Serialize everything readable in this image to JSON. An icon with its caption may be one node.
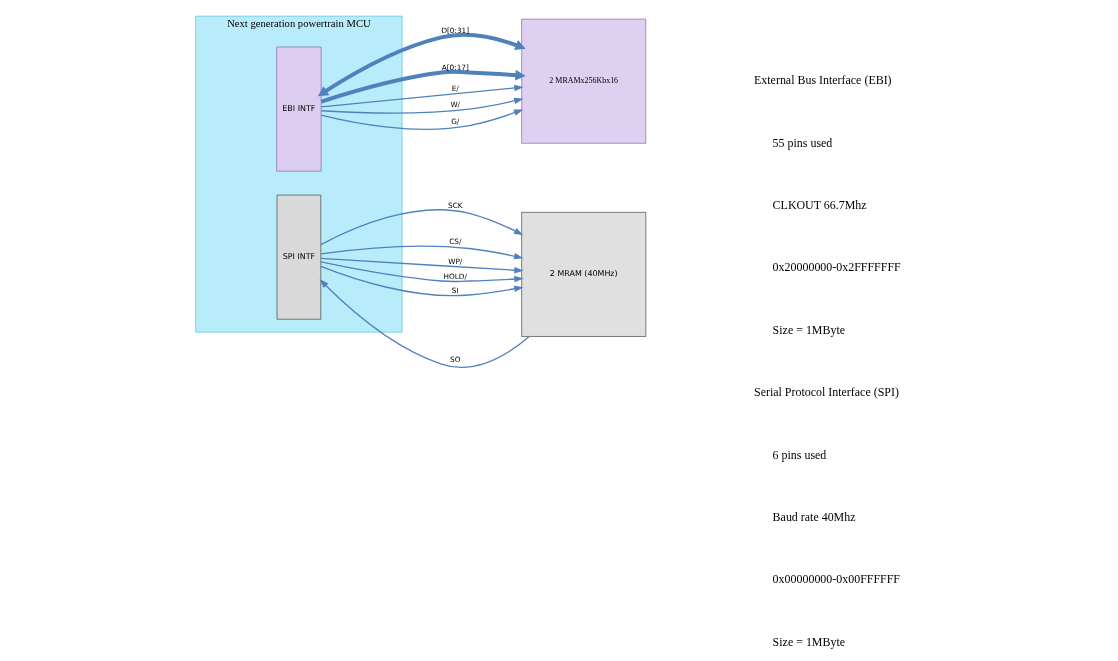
{
  "diagram": {
    "nodes": [
      {
        "text": [
          "Next generation powertrain MCU"
        ]
      },
      {
        "text": [
          "EBI INTF"
        ],
        "in": 0
      },
      {
        "text": [
          "SPI INTF"
        ],
        "in": 0
      },
      {
        "text": [
          "2 MRAMx256Kbx16"
        ]
      },
      {
        "text": [
          "2 MRAM (40MHz)"
        ]
      }
    ],
    "edges": [
      {
        "from": 1,
        "to": 3,
        "arrow": "both",
        "label": "D[0:31]",
        "style": "thick"
      },
      {
        "from": 1,
        "to": 3,
        "arrow": "to",
        "label": "A[0:17]",
        "style": "thick"
      },
      {
        "from": 1,
        "to": 3,
        "arrow": "to",
        "label": "E/"
      },
      {
        "from": 1,
        "to": 3,
        "arrow": "to",
        "label": "W/"
      },
      {
        "from": 1,
        "to": 3,
        "arrow": "to",
        "label": "G/"
      },
      {
        "from": 2,
        "to": 4,
        "arrow": "to",
        "label": "SCK"
      },
      {
        "from": 2,
        "to": 4,
        "arrow": "to",
        "label": "CS/"
      },
      {
        "from": 2,
        "to": 4,
        "arrow": "to",
        "label": "WP/"
      },
      {
        "from": 2,
        "to": 4,
        "arrow": "to",
        "label": "HOLD/"
      },
      {
        "from": 4,
        "to": 2,
        "arrow": "to",
        "label": "SO"
      },
      {
        "from": 2,
        "to": 4,
        "arrow": "to",
        "label": "SI"
      }
    ],
    "labels": [
      "External Bus Interface (EBI)",
      "55 pins used",
      "CLKOUT 66.7Mhz",
      "0x20000000-0x2FFFFFFF",
      "Size = 1MByte",
      "Serial Protocol Interface (SPI)",
      "6 pins used",
      "Baud rate 40Mhz",
      "0x00000000-0x00FFFFFF",
      "Size = 1MByte"
    ]
  }
}
